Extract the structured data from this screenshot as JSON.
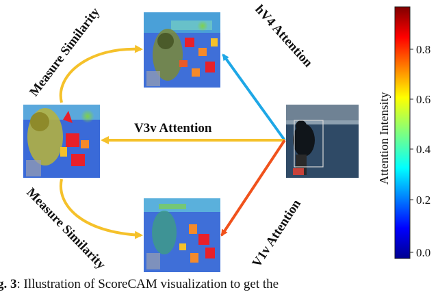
{
  "labels": {
    "hv4_attention": "hV4 Attention",
    "v3v_attention": "V3v Attention",
    "v1v_attention": "V1v Attention",
    "measure_similarity_top": "Measure Similarity",
    "measure_similarity_bottom": "Measure Similarity"
  },
  "colorbar": {
    "label": "Attention Intensity",
    "ticks": [
      "0.8",
      "0.6",
      "0.4",
      "0.2",
      "0.0"
    ]
  },
  "caption": {
    "prefix": "g. 3",
    "text": ": Illustration of ScoreCAM visualization to get the"
  },
  "colors": {
    "arrow_hv4": "#1ea7e6",
    "arrow_v3v": "#f5c12a",
    "arrow_v1v": "#f0521c",
    "arrow_similarity": "#f5c12a"
  }
}
